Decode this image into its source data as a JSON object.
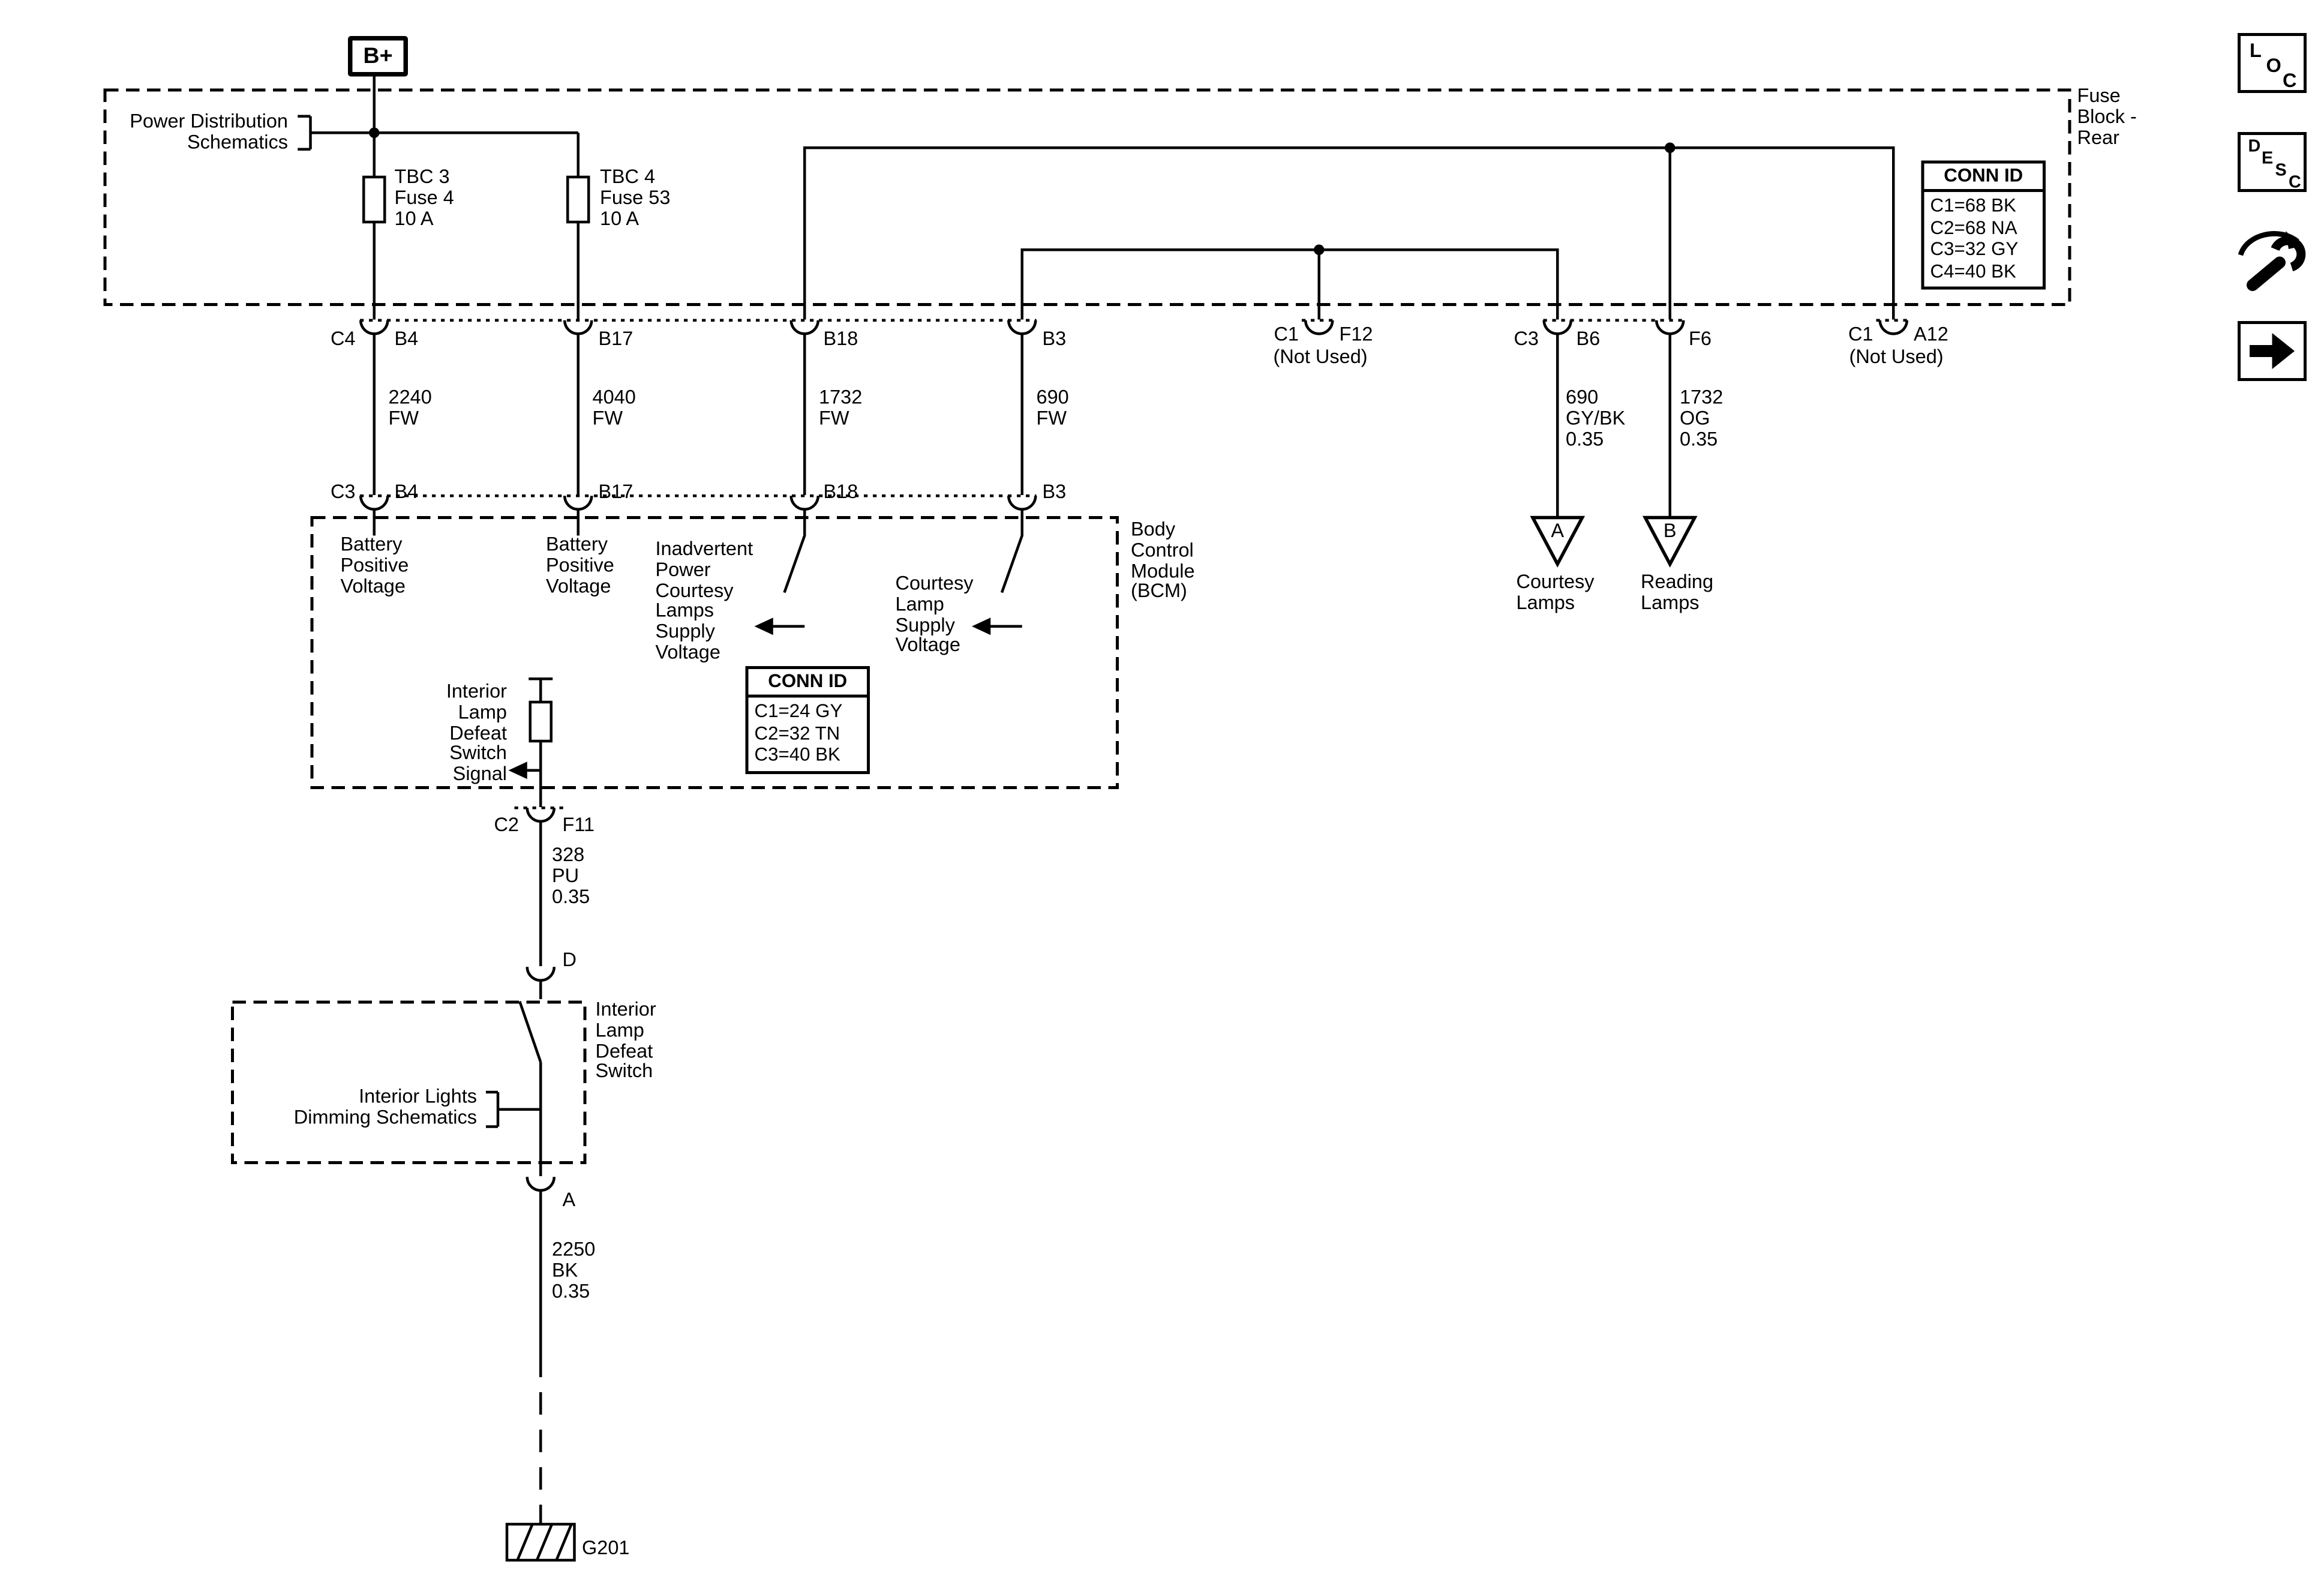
{
  "battery_tag": "B+",
  "fuse_block": {
    "name": "Fuse\nBlock -\nRear",
    "power_ref": "Power Distribution\nSchematics",
    "fuses": [
      {
        "label": "TBC 3\nFuse 4\n10 A"
      },
      {
        "label": "TBC 4\nFuse 53\n10 A"
      }
    ],
    "conn_id": {
      "header": "CONN ID",
      "rows": [
        "C1=68 BK",
        "C2=68 NA",
        "C3=32 GY",
        "C4=40 BK"
      ]
    },
    "pins": {
      "c4": "C4",
      "b4": "B4",
      "b17": "B17",
      "b18": "B18",
      "b3": "B3",
      "f12_conn": "C1",
      "f12": "F12",
      "f12_note": "(Not Used)",
      "b6_conn": "C3",
      "b6": "B6",
      "f6": "F6",
      "a12_conn": "C1",
      "a12": "A12",
      "a12_note": "(Not Used)"
    }
  },
  "wires": {
    "b4": "2240\nFW",
    "b17": "4040\nFW",
    "b18": "1732\nFW",
    "b3": "690\nFW",
    "b6": "690\nGY/BK\n0.35",
    "f6": "1732\nOG\n0.35",
    "f11": "328\nPU\n0.35",
    "ground": "2250\nBK\n0.35"
  },
  "bcm": {
    "name": "Body\nControl\nModule\n(BCM)",
    "pins": {
      "c3": "C3",
      "b4": "B4",
      "b17": "B17",
      "b18": "B18",
      "b3": "B3"
    },
    "battery_pos": "Battery\nPositive\nVoltage",
    "inadvertent": "Inadvertent\nPower\nCourtesy\nLamps\nSupply\nVoltage",
    "courtesy": "Courtesy\nLamp\nSupply\nVoltage",
    "defeat_signal": "Interior\nLamp\nDefeat\nSwitch\nSignal",
    "conn_id": {
      "header": "CONN ID",
      "rows": [
        "C1=24 GY",
        "C2=32 TN",
        "C3=40 BK"
      ]
    }
  },
  "defeat_switch": {
    "name": "Interior\nLamp\nDefeat\nSwitch",
    "conn_left": "C2",
    "conn_right": "F11",
    "pin_d": "D",
    "pin_a": "A",
    "dimming_ref": "Interior Lights\nDimming Schematics"
  },
  "lamps": {
    "tag_a": "A",
    "tag_b": "B",
    "courtesy": "Courtesy\nLamps",
    "reading": "Reading\nLamps"
  },
  "ground": {
    "label": "G201"
  },
  "nav": {
    "loc": [
      "L",
      "O",
      "C"
    ],
    "desc": [
      "D",
      "E",
      "S",
      "C"
    ]
  }
}
